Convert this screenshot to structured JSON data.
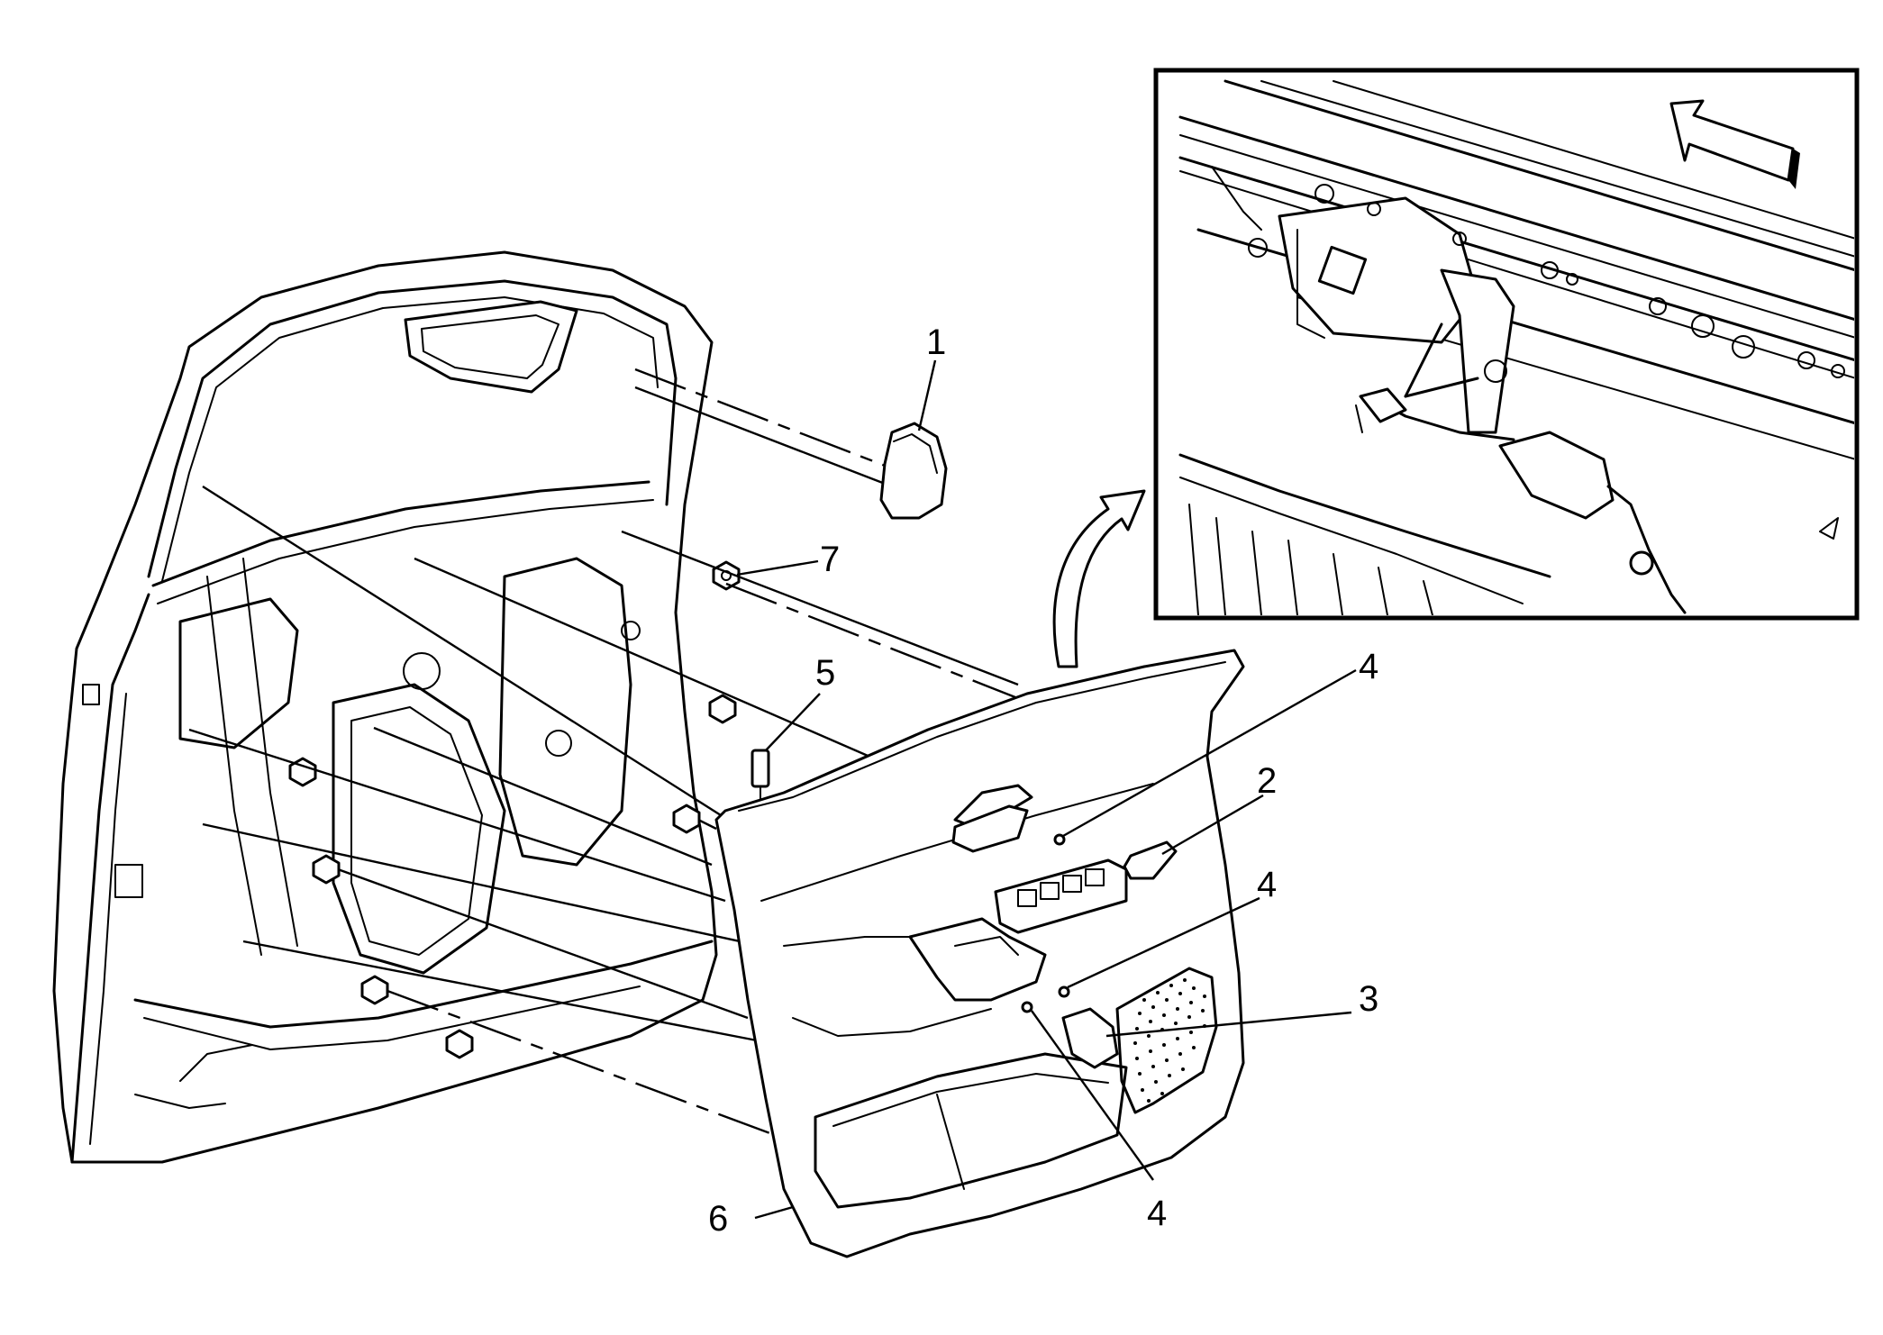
{
  "callouts": [
    {
      "id": "1",
      "label": "1"
    },
    {
      "id": "2",
      "label": "2"
    },
    {
      "id": "3",
      "label": "3"
    },
    {
      "id": "4a",
      "label": "4"
    },
    {
      "id": "4b",
      "label": "4"
    },
    {
      "id": "4c",
      "label": "4"
    },
    {
      "id": "5",
      "label": "5"
    },
    {
      "id": "6",
      "label": "6"
    },
    {
      "id": "7",
      "label": "7"
    }
  ]
}
